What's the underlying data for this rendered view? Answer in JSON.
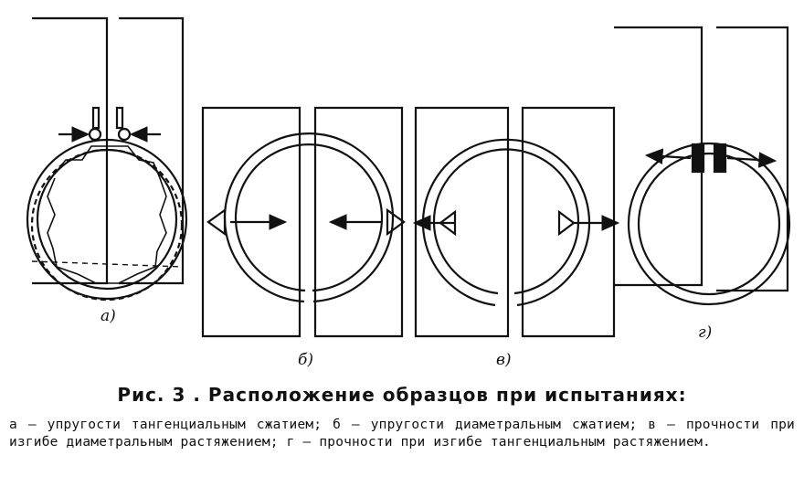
{
  "figure": {
    "labels": {
      "a": "а)",
      "b": "б)",
      "v": "в)",
      "g": "г)"
    }
  },
  "caption": {
    "title": "Рис. 3 . Расположение образцов при испытаниях:",
    "text": "а — упругости тангенциальным сжатием; б — упругости диаметральным сжатием; в — прочности при изгибе диаметральным растяжением; г — прочности при изгибе тангенциальным растяжением."
  }
}
